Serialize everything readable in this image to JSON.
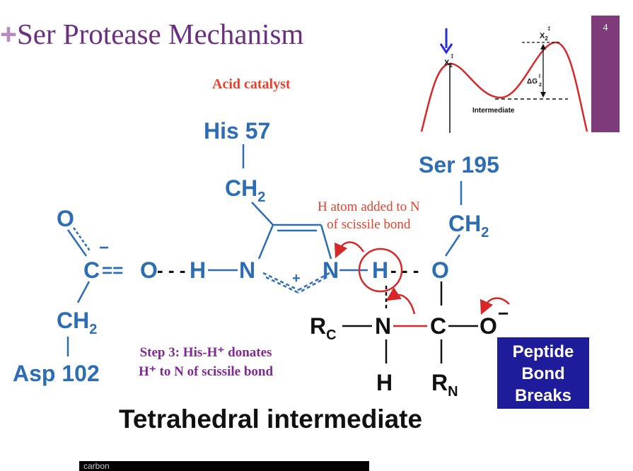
{
  "header": {
    "plus": "+",
    "title": "Ser Protease Mechanism",
    "slide_number": "4"
  },
  "labels": {
    "acid_catalyst": "Acid catalyst",
    "his": "His 57",
    "ser": "Ser 195",
    "asp": "Asp 102",
    "ch2": "CH",
    "sub2": "2",
    "o": "O",
    "c": "C",
    "n": "N",
    "h": "H",
    "r": "R",
    "sub_c": "C",
    "sub_n": "N",
    "minus": "−",
    "plus_charge": "+",
    "dashes": "- - -",
    "equals": "=="
  },
  "annotation": {
    "line1": "H atom added to N",
    "line2": "of scissile bond"
  },
  "step": {
    "line1": "Step 3: His-H⁺ donates",
    "line2": "H⁺ to N of scissile bond"
  },
  "peptide_box": {
    "line1": "Peptide",
    "line2": "Bond",
    "line3": "Breaks"
  },
  "footer": {
    "title": "Tetrahedral intermediate",
    "caption": "carbon"
  },
  "inset": {
    "x1_label": "X",
    "x1_sub": "1",
    "x2_label": "X",
    "x2_sub": "2",
    "dagger": "‡",
    "dg_label": "ΔG",
    "dg_sub": "2",
    "intermediate": "Intermediate"
  },
  "colors": {
    "title": "#6a2f7e",
    "chem_blue": "#2d6db4",
    "red": "#e8402a",
    "purple": "#7e2a90",
    "box": "#1f1c9c",
    "arrow_blue": "#2a2ae0"
  }
}
